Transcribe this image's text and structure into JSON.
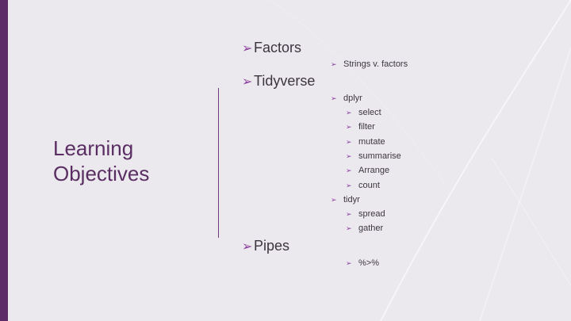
{
  "title_lines": [
    "Learning",
    "Objectives"
  ],
  "colors": {
    "accent": "#5b2c68",
    "title": "#5a2e62",
    "bullet_arrow": "#8a3f9c",
    "background": "#ebe8ee"
  },
  "bullet_icon": "arrow-bullet-icon",
  "outline": [
    {
      "label": "Factors",
      "children": [
        {
          "label": "Strings v. factors",
          "children": []
        }
      ]
    },
    {
      "label": "Tidyverse",
      "children": [
        {
          "label": "dplyr",
          "children": [
            "select",
            "filter",
            "mutate",
            "summarise",
            "Arrange",
            "count"
          ]
        },
        {
          "label": "tidyr",
          "children": [
            "spread",
            "gather"
          ]
        }
      ]
    },
    {
      "label": "Pipes",
      "children": [
        {
          "label": "",
          "children": [
            "%>%"
          ]
        }
      ]
    }
  ]
}
